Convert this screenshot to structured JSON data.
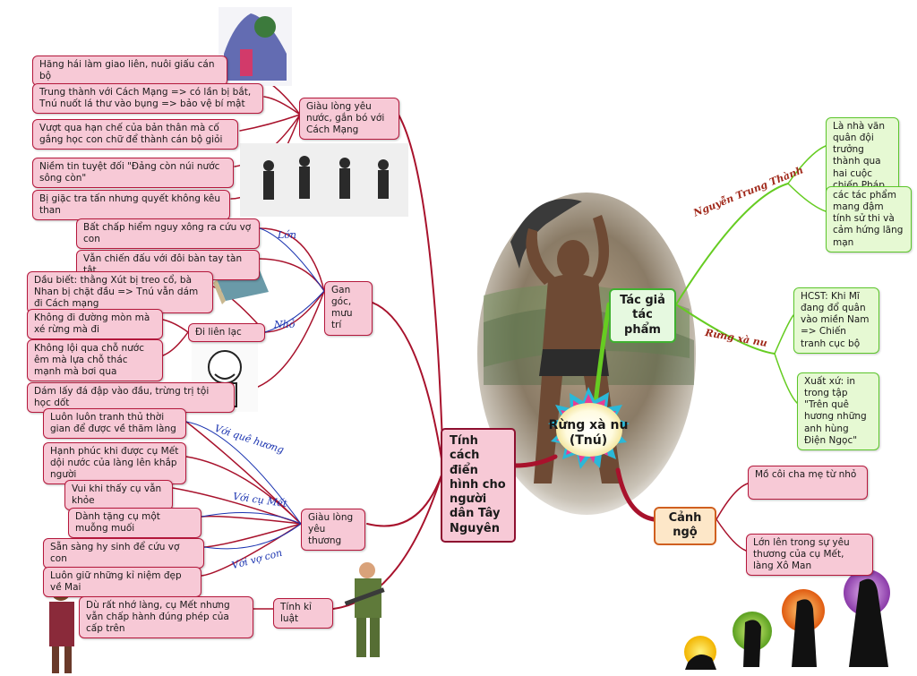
{
  "center": {
    "line1": "Rừng xà nu",
    "line2": "(Tnú)"
  },
  "main_left": "Tính cách điển hình cho người dân Tây Nguyên",
  "branch_yeu_nuoc": {
    "label": "Giàu lòng yêu nước, gắn bó với Cách Mạng",
    "items": [
      "Hăng hái làm giao liên, nuôi giấu cán bộ",
      "Trung thành với Cách Mạng => có lần bị bắt, Tnú nuốt lá thư vào bụng => bảo vệ bí mật",
      "Vượt qua hạn chế của bản thân mà cố gắng học con chữ để thành cán bộ giỏi",
      "Niềm tin tuyệt đối \"Đảng còn núi nước sông còn\"",
      "Bị giặc tra tấn nhưng quyết không kêu than"
    ]
  },
  "branch_gan_goc": {
    "label": "Gan góc, mưu trí",
    "edge_lon": "Lớn",
    "edge_nho": "Nhỏ",
    "lon_items": [
      "Bất chấp hiểm nguy xông ra cứu vợ con",
      "Vẫn chiến đấu với đôi bàn tay tàn tật"
    ],
    "nho_item": "Dầu biết: thằng Xút bị treo cổ, bà Nhan bị chặt đầu => Tnú vẫn dám đi Cách mạng",
    "di_lien_lac": "Đi liên lạc",
    "lien_lac_items": [
      "Không đi đường mòn mà xé rừng mà đi",
      "Không lội qua chỗ nước êm mà lựa chỗ thác mạnh mà bơi qua"
    ],
    "last_item": "Dám lấy đá đập vào đầu, trừng trị tội học dốt"
  },
  "branch_yeu_thuong": {
    "label": "Giàu lòng yêu thương",
    "edge_que_huong": "Với quê hương",
    "edge_cu_met": "Với cụ Mết",
    "edge_vo_con": "Với vợ con",
    "que_huong_items": [
      "Luôn luôn tranh thủ thời gian để được về thăm làng",
      "Hạnh phúc khi được cụ Mết dội nước của làng lên khắp người"
    ],
    "cu_met_items": [
      "Vui khi thấy cụ vẫn khỏe",
      "Dành tặng cụ một muỗng muối"
    ],
    "vo_con_items": [
      "Sẵn sàng hy sinh để cứu vợ con",
      "Luôn giữ những kỉ niệm đẹp về Mai"
    ]
  },
  "branch_ki_luat": {
    "label": "Tính kỉ luật",
    "item": "Dù rất nhớ làng, cụ Mết nhưng vẫn chấp hành đúng phép của cấp trên"
  },
  "tac_gia": {
    "label": "Tác giả tác phẩm",
    "edge_author": "Nguyễn Trung Thành",
    "edge_work": "Rừng xà nu",
    "author_items": [
      "Là nhà văn quân đội trưởng thành qua hai cuộc chiến Pháp và Mĩ",
      "các tác phẩm mang đậm tính sử thi và cảm hứng lãng mạn"
    ],
    "work_items": [
      "HCST: Khi Mĩ đang đổ quân vào miền Nam => Chiến tranh cục bộ",
      "Xuất xứ: in trong tập \"Trên quê hương những anh hùng Điện Ngọc\""
    ]
  },
  "canh_ngo": {
    "label": "Cảnh ngộ",
    "items": [
      "Mồ côi cha mẹ từ nhỏ",
      "Lớn lên trong sự yêu thương của cụ Mết, làng Xô Man"
    ]
  },
  "colors": {
    "red_branch": "#a8122c",
    "green_branch": "#66cc22",
    "blue_label": "#1a33b0"
  }
}
